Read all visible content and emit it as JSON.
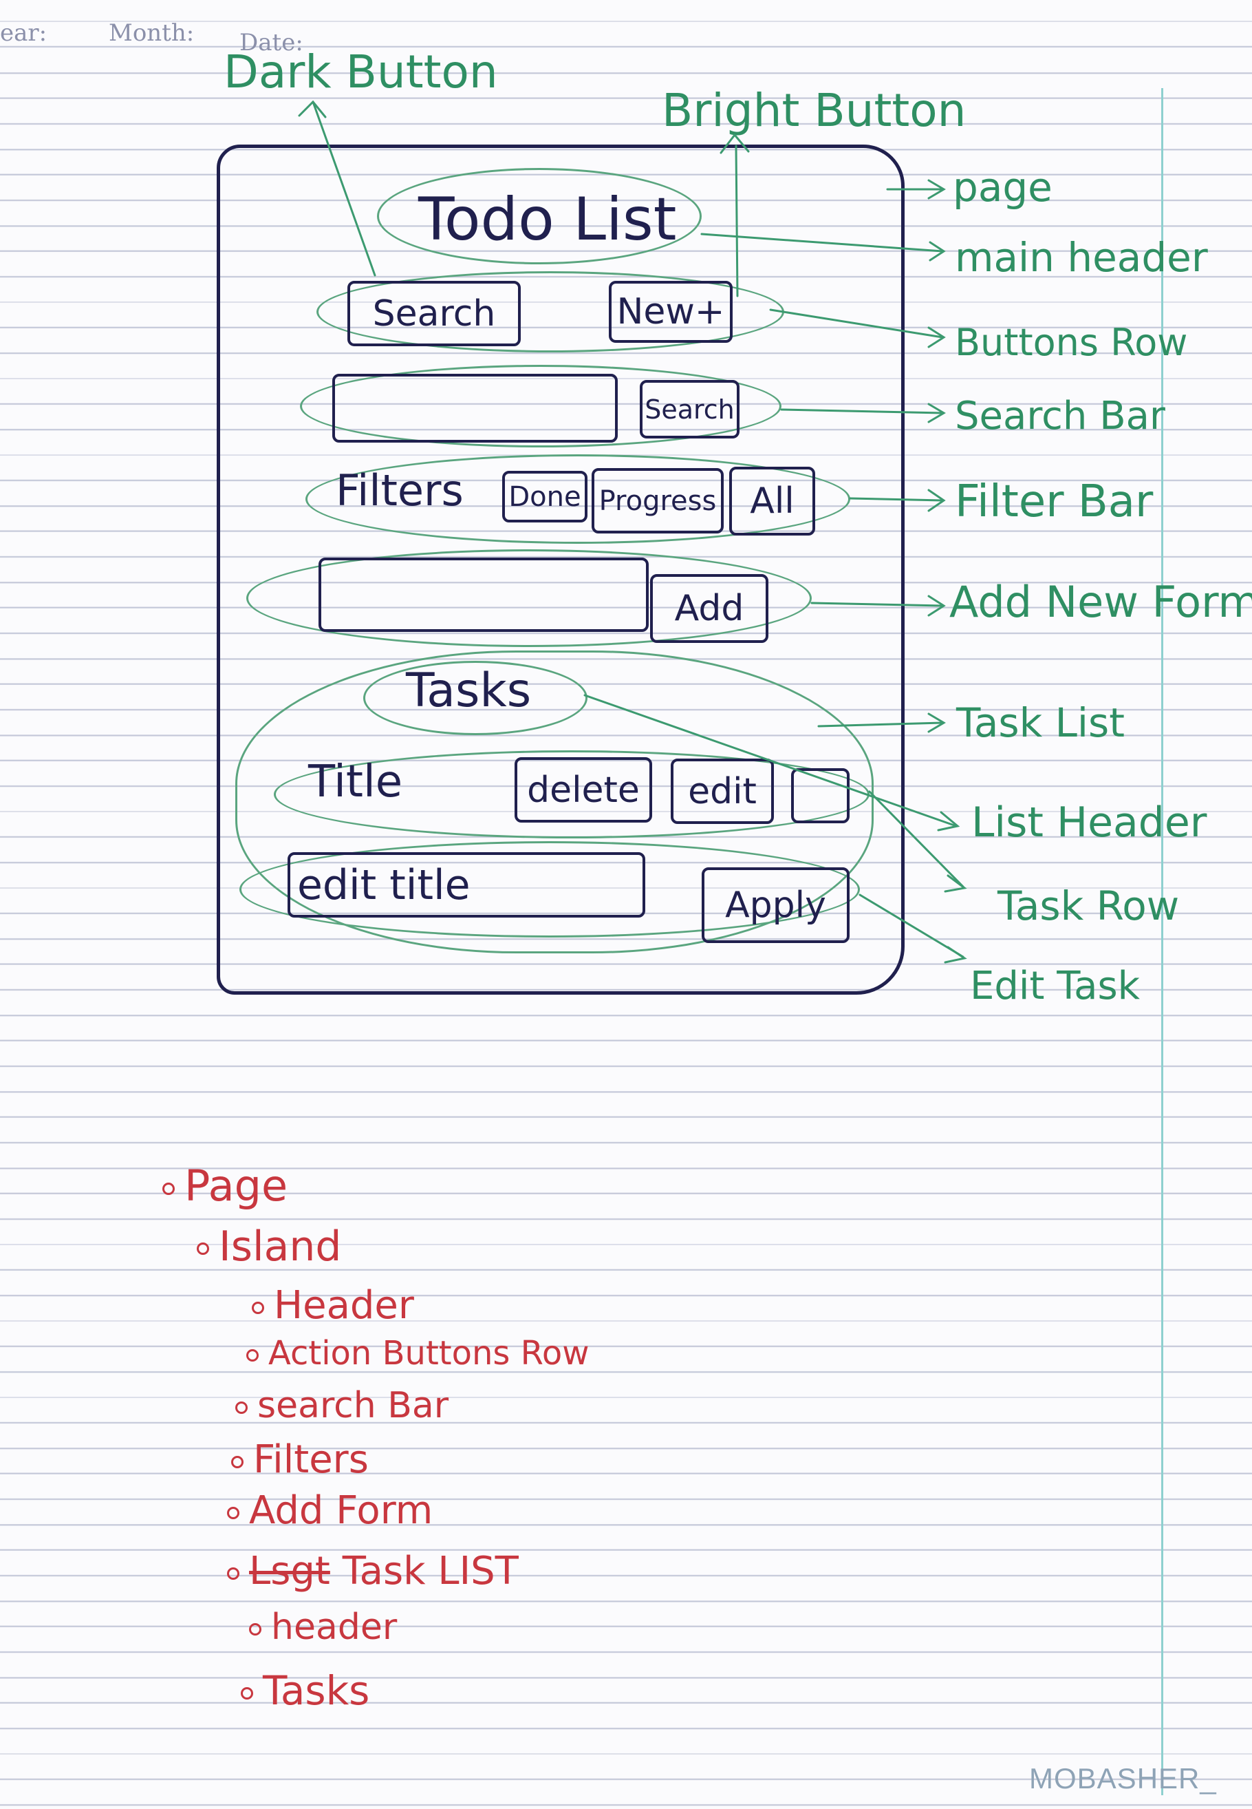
{
  "header_fields": {
    "year": "ear:",
    "month": "Month:",
    "date": "Date:"
  },
  "annotations": {
    "dark_button": "Dark Button",
    "bright_button": "Bright Button"
  },
  "sketch": {
    "title": "Todo List",
    "buttons_row": {
      "search": "Search",
      "new": "New+"
    },
    "search_bar": {
      "button": "Search"
    },
    "filter_bar": {
      "label": "Filters",
      "done": "Done",
      "progress": "Progress",
      "all": "All"
    },
    "add_form": {
      "button": "Add"
    },
    "tasks_heading": "Tasks",
    "task_row": {
      "title": "Title",
      "delete": "delete",
      "edit": "edit"
    },
    "edit_task": {
      "field": "edit title",
      "apply": "Apply"
    }
  },
  "labels": [
    "page",
    "main header",
    "Buttons Row",
    "Search Bar",
    "Filter Bar",
    "Add New Form",
    "Task List",
    "List Header",
    "Task Row",
    "Edit Task"
  ],
  "outline": {
    "items": [
      "Page",
      "Island",
      "Header",
      "Action Buttons Row",
      "search Bar",
      "Filters",
      "Add Form"
    ],
    "struck": "Lsgt",
    "task_list": "Task LIST",
    "tail": [
      "header",
      "Tasks"
    ]
  },
  "watermark": "MOBASHER_",
  "colors": {
    "ink_blue": "#20204e",
    "ink_green": "#2f8f63",
    "ink_red": "#c8373f",
    "rule": "#c3c7d8",
    "margin": "#8ed0cf"
  }
}
